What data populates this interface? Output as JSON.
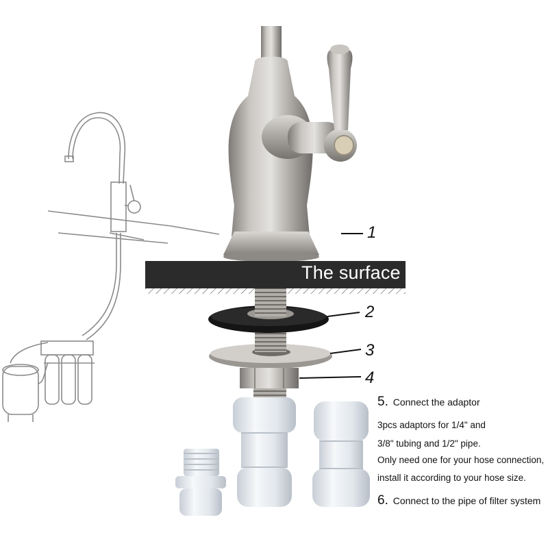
{
  "callouts": [
    "1",
    "2",
    "3",
    "4"
  ],
  "surface_label": "The surface",
  "steps": [
    {
      "number": "5.",
      "text": "Connect the adaptor"
    },
    {
      "number": "6.",
      "text": "Connect to the pipe of filter system"
    }
  ],
  "notes": [
    "3pcs adaptors for 1/4\" and",
    "3/8\" tubing and 1/2\" pipe.",
    "Only need one for your hose connection,",
    "install it according to your hose size."
  ],
  "colors": {
    "surface": "#2b2b2b",
    "steel": "#b9b6b2",
    "washer_rubber": "#151515",
    "adaptor": "#e9edf1",
    "line_drawing": "#8a8a8a"
  }
}
